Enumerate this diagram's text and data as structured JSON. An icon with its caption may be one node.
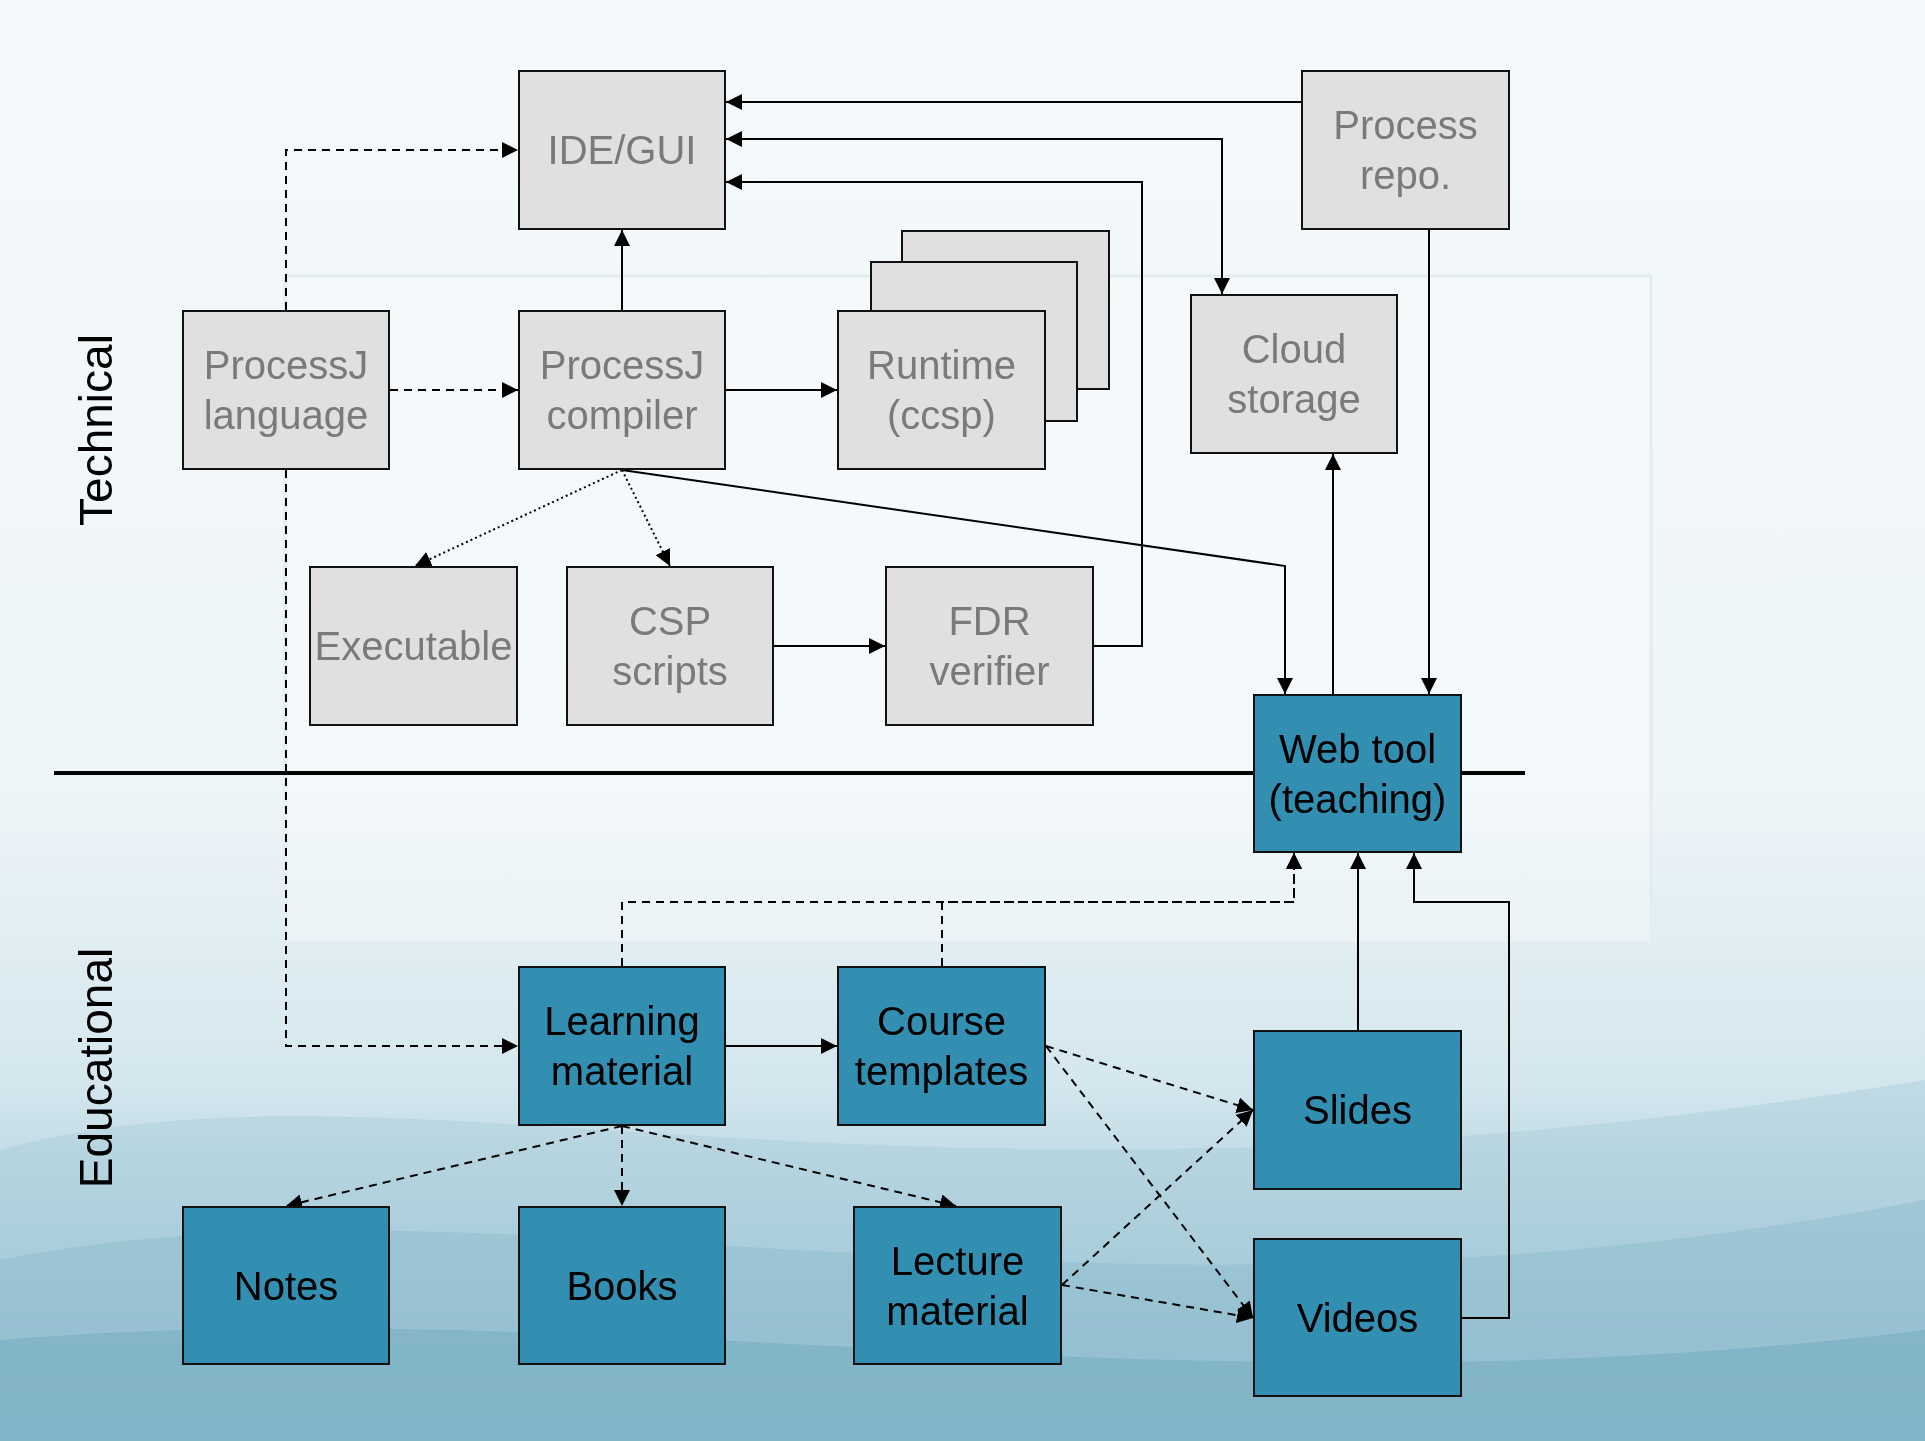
{
  "diagram": {
    "nodes": [
      {
        "text": [
          "IDE/GUI"
        ]
      },
      {
        "text": [
          "Process repo."
        ]
      },
      {
        "text": [
          "ProcessJ language"
        ]
      },
      {
        "text": [
          "ProcessJ compiler"
        ]
      },
      {
        "text": [
          "Runtime (ccsp)"
        ]
      },
      {
        "text": [
          "Cloud storage"
        ]
      },
      {
        "text": [
          "Executable"
        ]
      },
      {
        "text": [
          "CSP scripts"
        ]
      },
      {
        "text": [
          "FDR verifier"
        ]
      },
      {
        "text": [
          "Web tool (teaching)"
        ]
      },
      {
        "text": [
          "Learning material"
        ]
      },
      {
        "text": [
          "Course templates"
        ]
      },
      {
        "text": [
          "Slides"
        ]
      },
      {
        "text": [
          "Notes"
        ]
      },
      {
        "text": [
          "Books"
        ]
      },
      {
        "text": [
          "Lecture material"
        ]
      },
      {
        "text": [
          "Videos"
        ]
      }
    ],
    "edges": [
      {
        "from": 1,
        "to": 0,
        "arrow": "to"
      },
      {
        "from": 0,
        "to": 5,
        "arrow": "both"
      },
      {
        "from": 8,
        "to": 0,
        "arrow": "to"
      },
      {
        "from": 2,
        "to": 0,
        "arrow": "to",
        "style": "dashed"
      },
      {
        "from": 2,
        "to": 3,
        "arrow": "to",
        "style": "dashed"
      },
      {
        "from": 3,
        "to": 0,
        "arrow": "to"
      },
      {
        "from": 3,
        "to": 4,
        "arrow": "to"
      },
      {
        "from": 3,
        "to": 6,
        "arrow": "to",
        "style": "dashed"
      },
      {
        "from": 3,
        "to": 7,
        "arrow": "to",
        "style": "dashed"
      },
      {
        "from": 3,
        "to": 9,
        "arrow": "to"
      },
      {
        "from": 7,
        "to": 8,
        "arrow": "to"
      },
      {
        "from": 9,
        "to": 5,
        "arrow": "to"
      },
      {
        "from": 1,
        "to": 9,
        "arrow": "to"
      },
      {
        "from": 2,
        "to": 10,
        "arrow": "to",
        "style": "dashed"
      },
      {
        "from": 10,
        "to": 9,
        "arrow": "to",
        "style": "dashed"
      },
      {
        "from": 11,
        "to": 9,
        "arrow": "to",
        "style": "dashed"
      },
      {
        "from": 12,
        "to": 9,
        "arrow": "to"
      },
      {
        "from": 16,
        "to": 9,
        "arrow": "to"
      },
      {
        "from": 10,
        "to": 11,
        "arrow": "to"
      },
      {
        "from": 10,
        "to": 13,
        "arrow": "to",
        "style": "dashed"
      },
      {
        "from": 10,
        "to": 14,
        "arrow": "to",
        "style": "dashed"
      },
      {
        "from": 10,
        "to": 15,
        "arrow": "to",
        "style": "dashed"
      },
      {
        "from": 11,
        "to": 12,
        "arrow": "to",
        "style": "dashed"
      },
      {
        "from": 11,
        "to": 16,
        "arrow": "to",
        "style": "dashed"
      },
      {
        "from": 15,
        "to": 12,
        "arrow": "to",
        "style": "dashed"
      },
      {
        "from": 15,
        "to": 16,
        "arrow": "to",
        "style": "dashed"
      }
    ],
    "labels": [
      "Technical",
      "Educational"
    ]
  }
}
